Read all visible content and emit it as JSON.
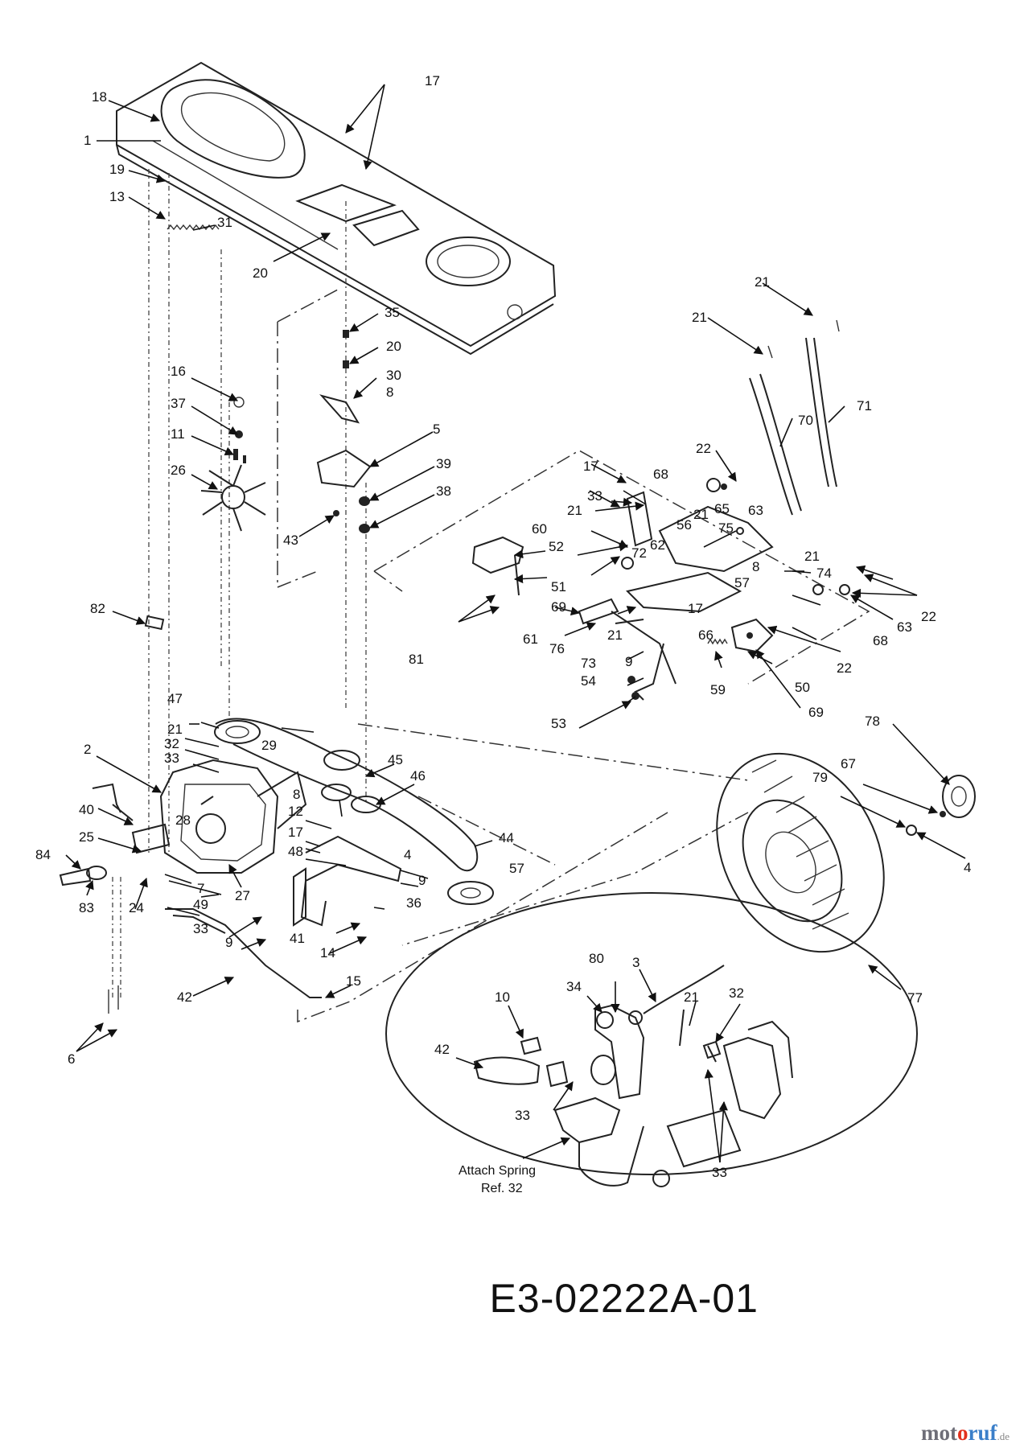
{
  "drawing_number": "E3-02222A-01",
  "detail_note": [
    "Attach Spring",
    "Ref. 32"
  ],
  "watermark": {
    "text_parts": [
      "mot",
      "o",
      "ruf"
    ],
    "tld": ".de",
    "colors": [
      "#6e6e78",
      "#e2301d",
      "#3b7fc9"
    ]
  },
  "callouts": [
    "1",
    "2",
    "3",
    "4",
    "5",
    "6",
    "7",
    "8",
    "9",
    "10",
    "11",
    "12",
    "13",
    "14",
    "15",
    "16",
    "17",
    "18",
    "19",
    "20",
    "21",
    "22",
    "24",
    "25",
    "26",
    "27",
    "28",
    "29",
    "30",
    "31",
    "32",
    "33",
    "34",
    "35",
    "36",
    "37",
    "38",
    "39",
    "40",
    "41",
    "42",
    "43",
    "44",
    "45",
    "46",
    "47",
    "48",
    "49",
    "50",
    "51",
    "52",
    "53",
    "54",
    "56",
    "57",
    "59",
    "60",
    "61",
    "62",
    "63",
    "65",
    "66",
    "67",
    "68",
    "69",
    "70",
    "71",
    "72",
    "73",
    "74",
    "75",
    "76",
    "77",
    "78",
    "79",
    "80",
    "81",
    "82",
    "83",
    "84"
  ]
}
